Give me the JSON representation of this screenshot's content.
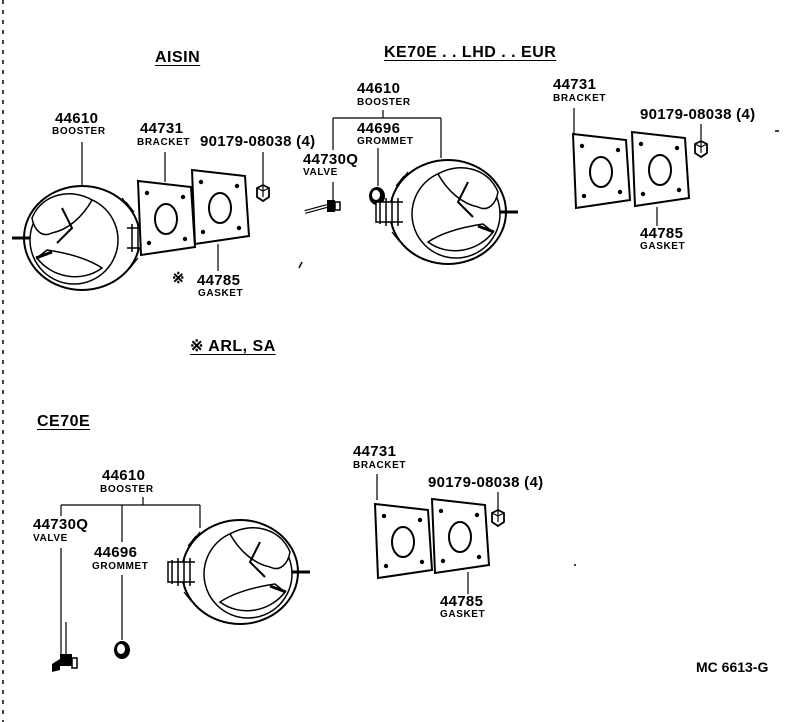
{
  "headers": {
    "aisin": "AISIN",
    "ke70e": "KE70E . . LHD . . EUR",
    "ce70e": "CE70E",
    "note": "※  ARL, SA"
  },
  "top_left": {
    "booster_num": "44610",
    "booster_name": "BOOSTER",
    "bracket_num": "44731",
    "bracket_name": "BRACKET",
    "bolt_num": "90179-08038 (4)",
    "note_mark": "※",
    "gasket_num": "44785",
    "gasket_name": "GASKET"
  },
  "top_mid": {
    "booster_num": "44610",
    "booster_name": "BOOSTER",
    "grommet_num": "44696",
    "grommet_name": "GROMMET",
    "valve_num": "44730Q",
    "valve_name": "VALVE"
  },
  "top_right": {
    "bracket_num": "44731",
    "bracket_name": "BRACKET",
    "bolt_num": "90179-08038 (4)",
    "gasket_num": "44785",
    "gasket_name": "GASKET"
  },
  "bottom": {
    "booster_num": "44610",
    "booster_name": "BOOSTER",
    "valve_num": "44730Q",
    "valve_name": "VALVE",
    "grommet_num": "44696",
    "grommet_name": "GROMMET",
    "bracket_num": "44731",
    "bracket_name": "BRACKET",
    "bolt_num": "90179-08038 (4)",
    "gasket_num": "44785",
    "gasket_name": "GASKET"
  },
  "code": "MC 6613-G"
}
